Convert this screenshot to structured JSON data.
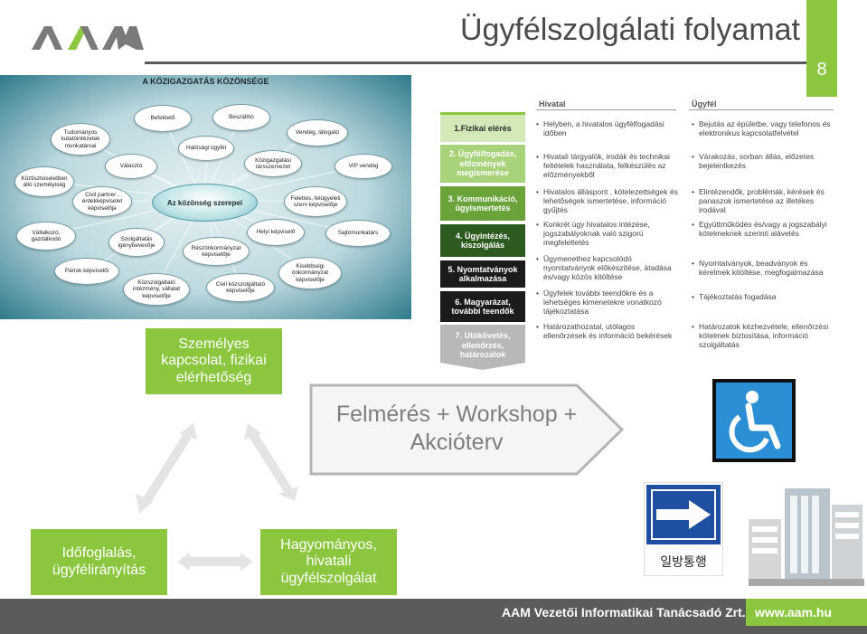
{
  "header": {
    "title": "Ügyfélszolgálati folyamat",
    "page_number": "8",
    "logo_label": "AAM"
  },
  "diagram": {
    "title": "A KÖZIGAZGATÁS KÖZÖNSÉGE",
    "center": "Az közönség szerepei",
    "nodes": [
      "Befektető",
      "Beszállító",
      "Tudományos kutatóintézetek munkatársai",
      "Hatósági ügyfél",
      "Vendég, látogató",
      "Közigazgatási társszervezet",
      "Választó",
      "VIP vendég",
      "Köztisztviseletben álló személyiség",
      "Civil partner , érdekképviselet képviselője",
      "Felettes, felügyeleti szerv képviselője",
      "Vállalkozó, gazdálkodó",
      "Szolgáltatás igénybevevője",
      "Helyi képviselő",
      "Sajtómunkatárs",
      "Részönkormányzat képviselője",
      "Pártok képviselői",
      "Kisebbségi önkormányzat képviselője",
      "Közszolgáltató intézmény, vállalat képviselője",
      "Civil közszolgáltató képviselője"
    ]
  },
  "process": {
    "col_hivatal": "Hivatal",
    "col_ugyfel": "Ügyfél",
    "steps": [
      "1.Fizikai elérés",
      "2. Ügyfélfogadás, előzmények megismerése",
      "3. Kommunikáció, ügyismertetés",
      "4. Ügyintézés, kiszolgálás",
      "5. Nyomtatványok alkalmazása",
      "6. Magyarázat, további teendők",
      "7. Utókövetés, ellenőrzés, határozatok"
    ],
    "hivatal": [
      "Helyben, a hivatalos ügyfélfogadási időben",
      "Hivatali tárgyalók, irodák és technikai feltételek használata, felkészülés az előzményekből",
      "Hivatalos álláspont , kötelezettségek és lehetőségek ismertetése, információ gyűjtés",
      "Konkrét ügy hivatalos intézése, jogszabályoknak való szigorú megfeleltetés",
      "Ügymenethez kapcsolódó nyomtatványok előkészítése, átadása és/vagy közös kitöltése",
      "Ügyfelek további teendőkre és a lehetséges kimenetekre vonatkozó tájékoztatása",
      "Határozathozatal, utólagos ellenőrzések és információ bekérések"
    ],
    "ugyfel": [
      "Bejutás az épületbe, vagy telefonos és elektronikus kapcsolatfelvétel",
      "Várakozás, sorban állás, előzetes bejelentkezés",
      "Elintézendők, problémák, kérések és panaszok ismertetése az illetékes irodával",
      "Együttműködés és/vagy a jogszabályi kötelmeknek szerinti alávetés",
      "Nyomtatványok, beadványok és kérelmek kitöltése, megfogalmazása",
      "Tájékoztatás fogadása",
      "Határozatok kézhezvétele, ellenőrzési kötelmek biztosítása, információ szolgáltatás"
    ]
  },
  "cycle": {
    "top": "Személyes kapcsolat, fizikai elérhetőség",
    "left": "Időfoglalás, ügyfélirányítás",
    "right": "Hagyományos, hivatali ügyfélszolgálat"
  },
  "arrow_text": "Felmérés + Workshop + Akcióterv",
  "sign_text": "일방통행",
  "icons": [
    "wheelchair-icon",
    "one-way-sign-icon",
    "building-icon"
  ],
  "footer": {
    "company": "AAM Vezetői Informatikai Tanácsadó Zrt.",
    "url": "www.aam.hu"
  },
  "colors": {
    "accent_green": "#8cc63f",
    "footer_gray": "#5b5b5b",
    "sign_blue": "#1f4fa0"
  }
}
